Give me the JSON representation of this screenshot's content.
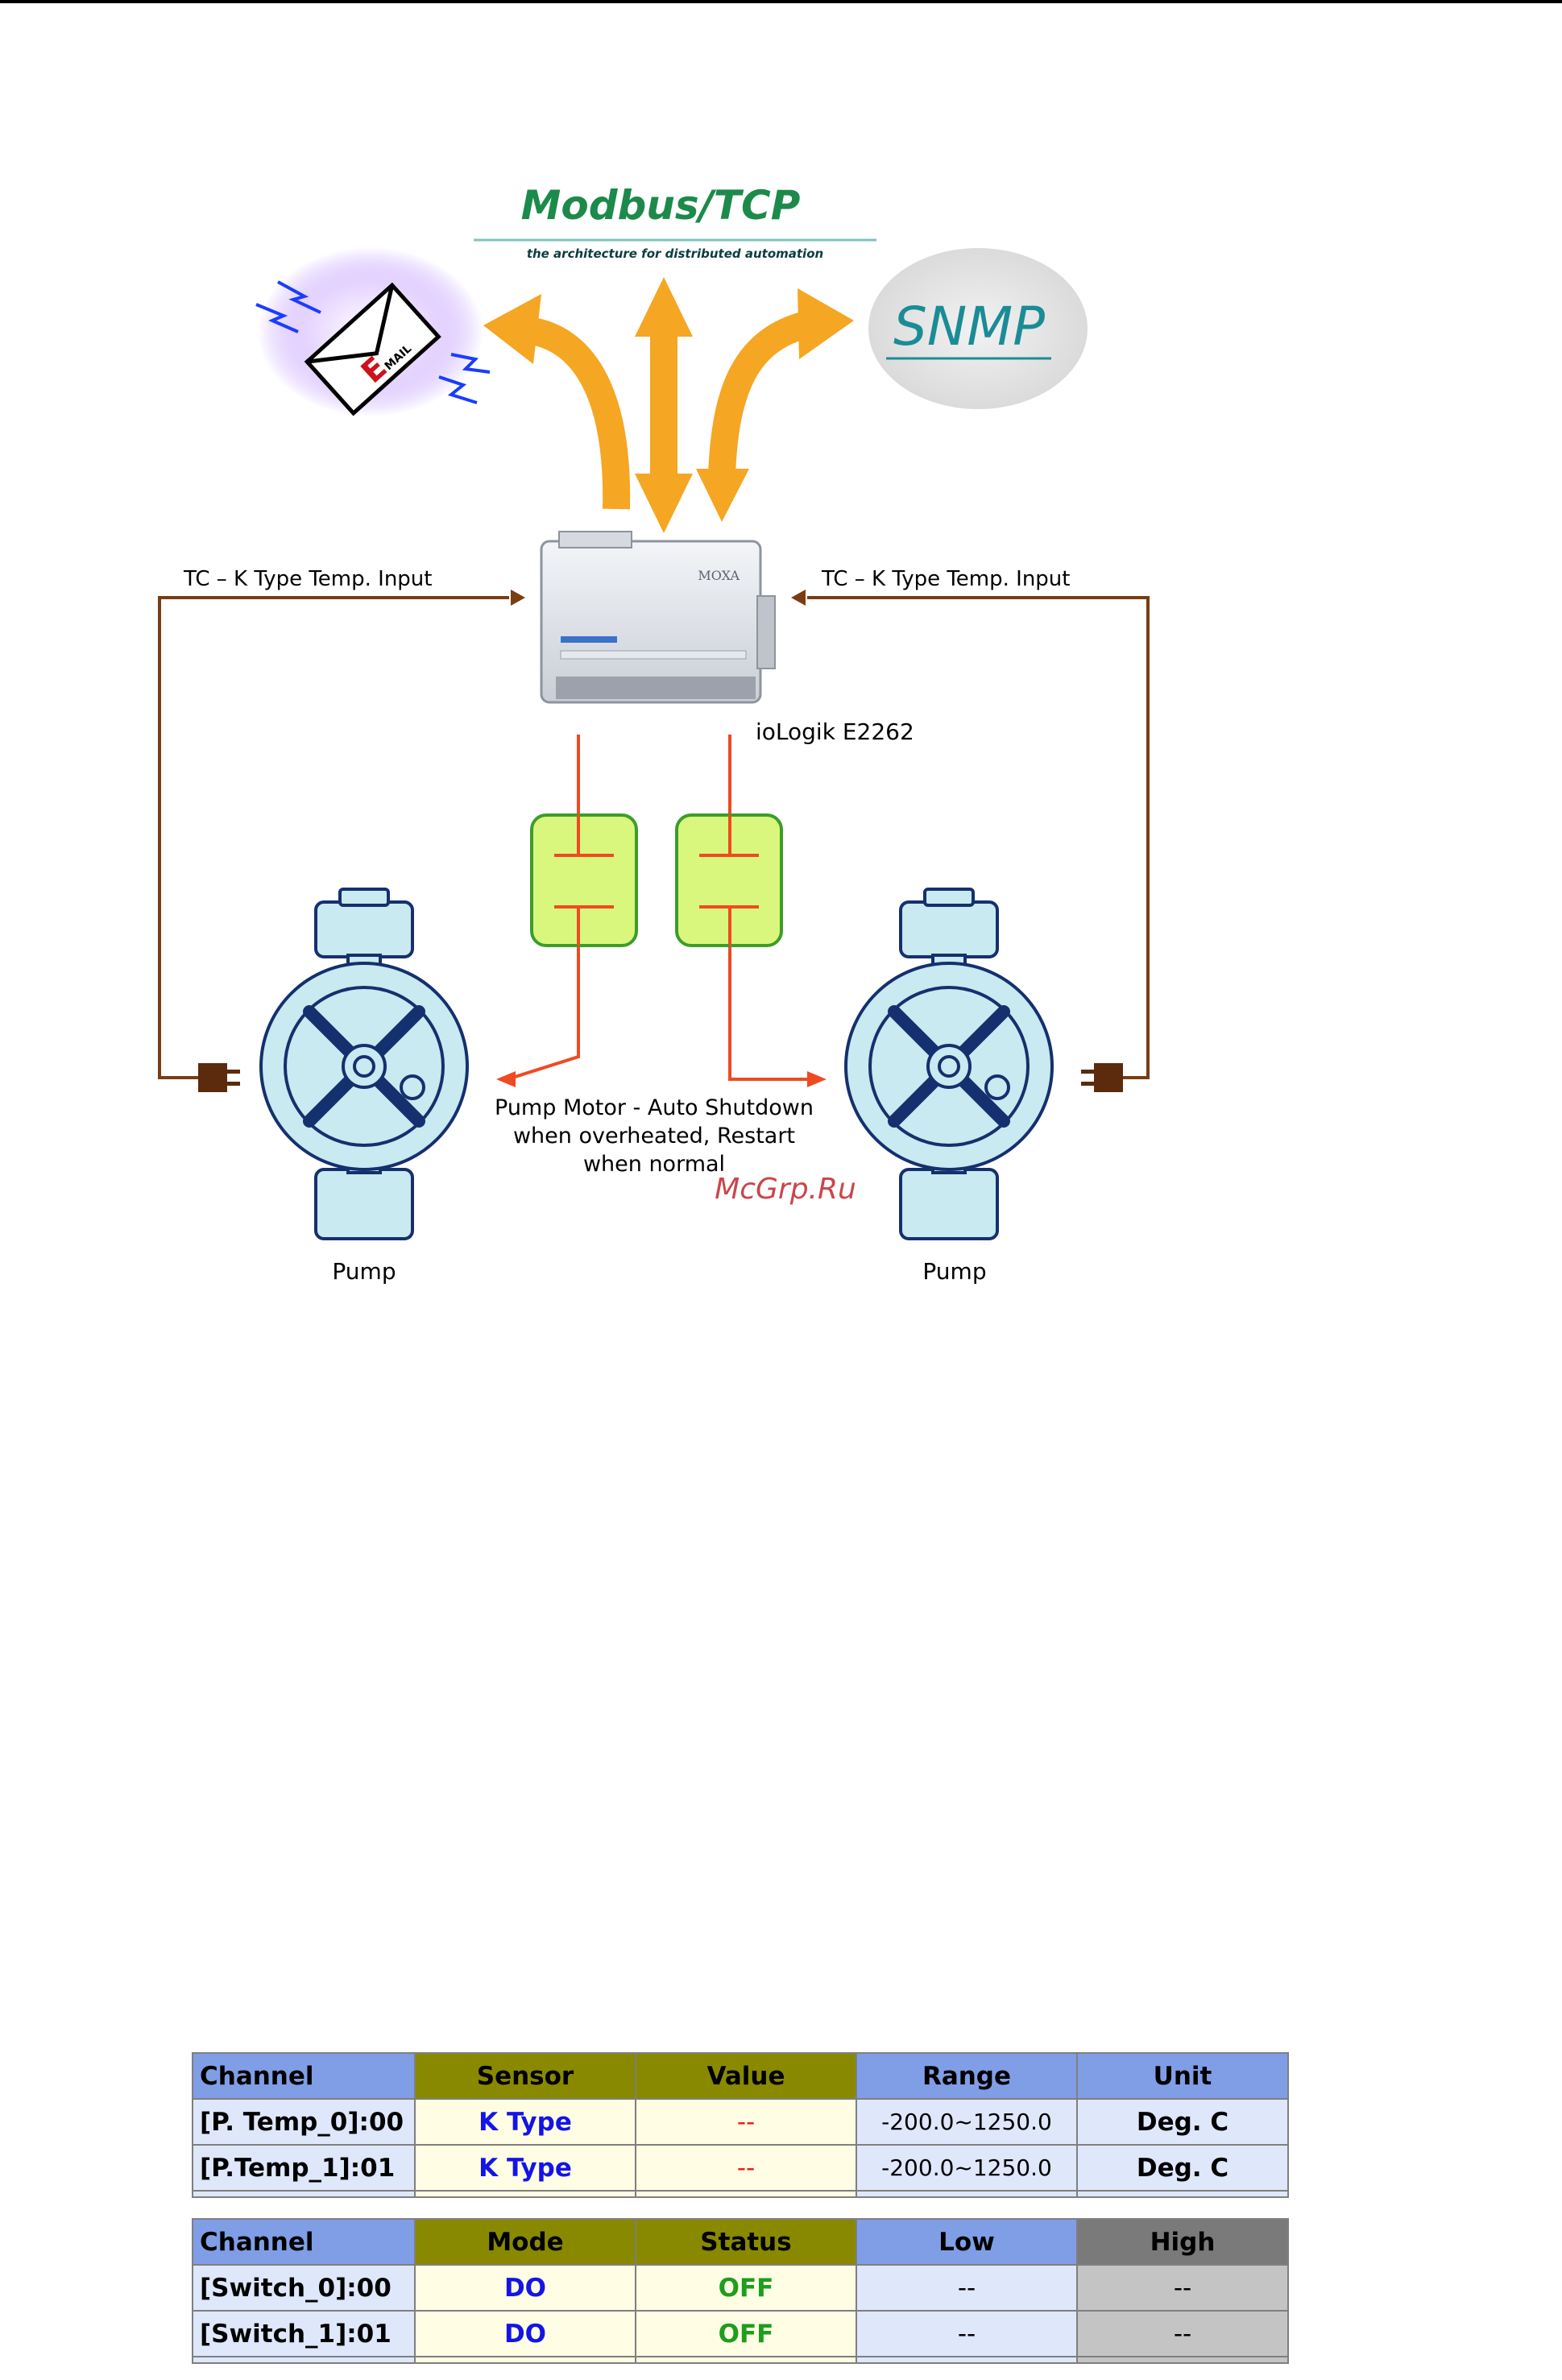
{
  "diagram": {
    "modbus": {
      "title": "Modbus/TCP",
      "tagline": "the architecture for distributed automation"
    },
    "snmp_label": "SNMP",
    "email_label": "MAIL",
    "email_initial": "E",
    "device_brand": "MOXA",
    "device_name": "ioLogik E2262",
    "left_input_label": "TC – K Type Temp. Input",
    "right_input_label": "TC – K Type Temp. Input",
    "pump_motor_text": [
      "Pump Motor - Auto Shutdown",
      "when overheated, Restart",
      "when normal"
    ],
    "left_pump_label": "Pump",
    "right_pump_label": "Pump",
    "watermark": "McGrp.Ru",
    "colors": {
      "arrow": "#f5a623",
      "wire_brown": "#7a3d12",
      "wire_red": "#f04a22",
      "relay_fill": "#d9f77c",
      "relay_border": "#3c9d2a",
      "pump_fill": "#c8eaf0",
      "modbus_green": "#1c8a4a",
      "snmp_teal": "#1a8c96",
      "watermark": "#c0262b"
    }
  },
  "sensor_table": {
    "headers": [
      "Channel",
      "Sensor",
      "Value",
      "Range",
      "Unit"
    ],
    "rows": [
      {
        "channel": "[P. Temp_0]:00",
        "sensor": "K Type",
        "value": "--",
        "range": "-200.0~1250.0",
        "unit": "Deg. C"
      },
      {
        "channel": "[P.Temp_1]:01",
        "sensor": "K Type",
        "value": "--",
        "range": "-200.0~1250.0",
        "unit": "Deg. C"
      }
    ]
  },
  "switch_table": {
    "headers": [
      "Channel",
      "Mode",
      "Status",
      "Low",
      "High"
    ],
    "rows": [
      {
        "channel": "[Switch_0]:00",
        "mode": "DO",
        "status": "OFF",
        "low": "--",
        "high": "--"
      },
      {
        "channel": "[Switch_1]:01",
        "mode": "DO",
        "status": "OFF",
        "low": "--",
        "high": "--"
      }
    ]
  }
}
